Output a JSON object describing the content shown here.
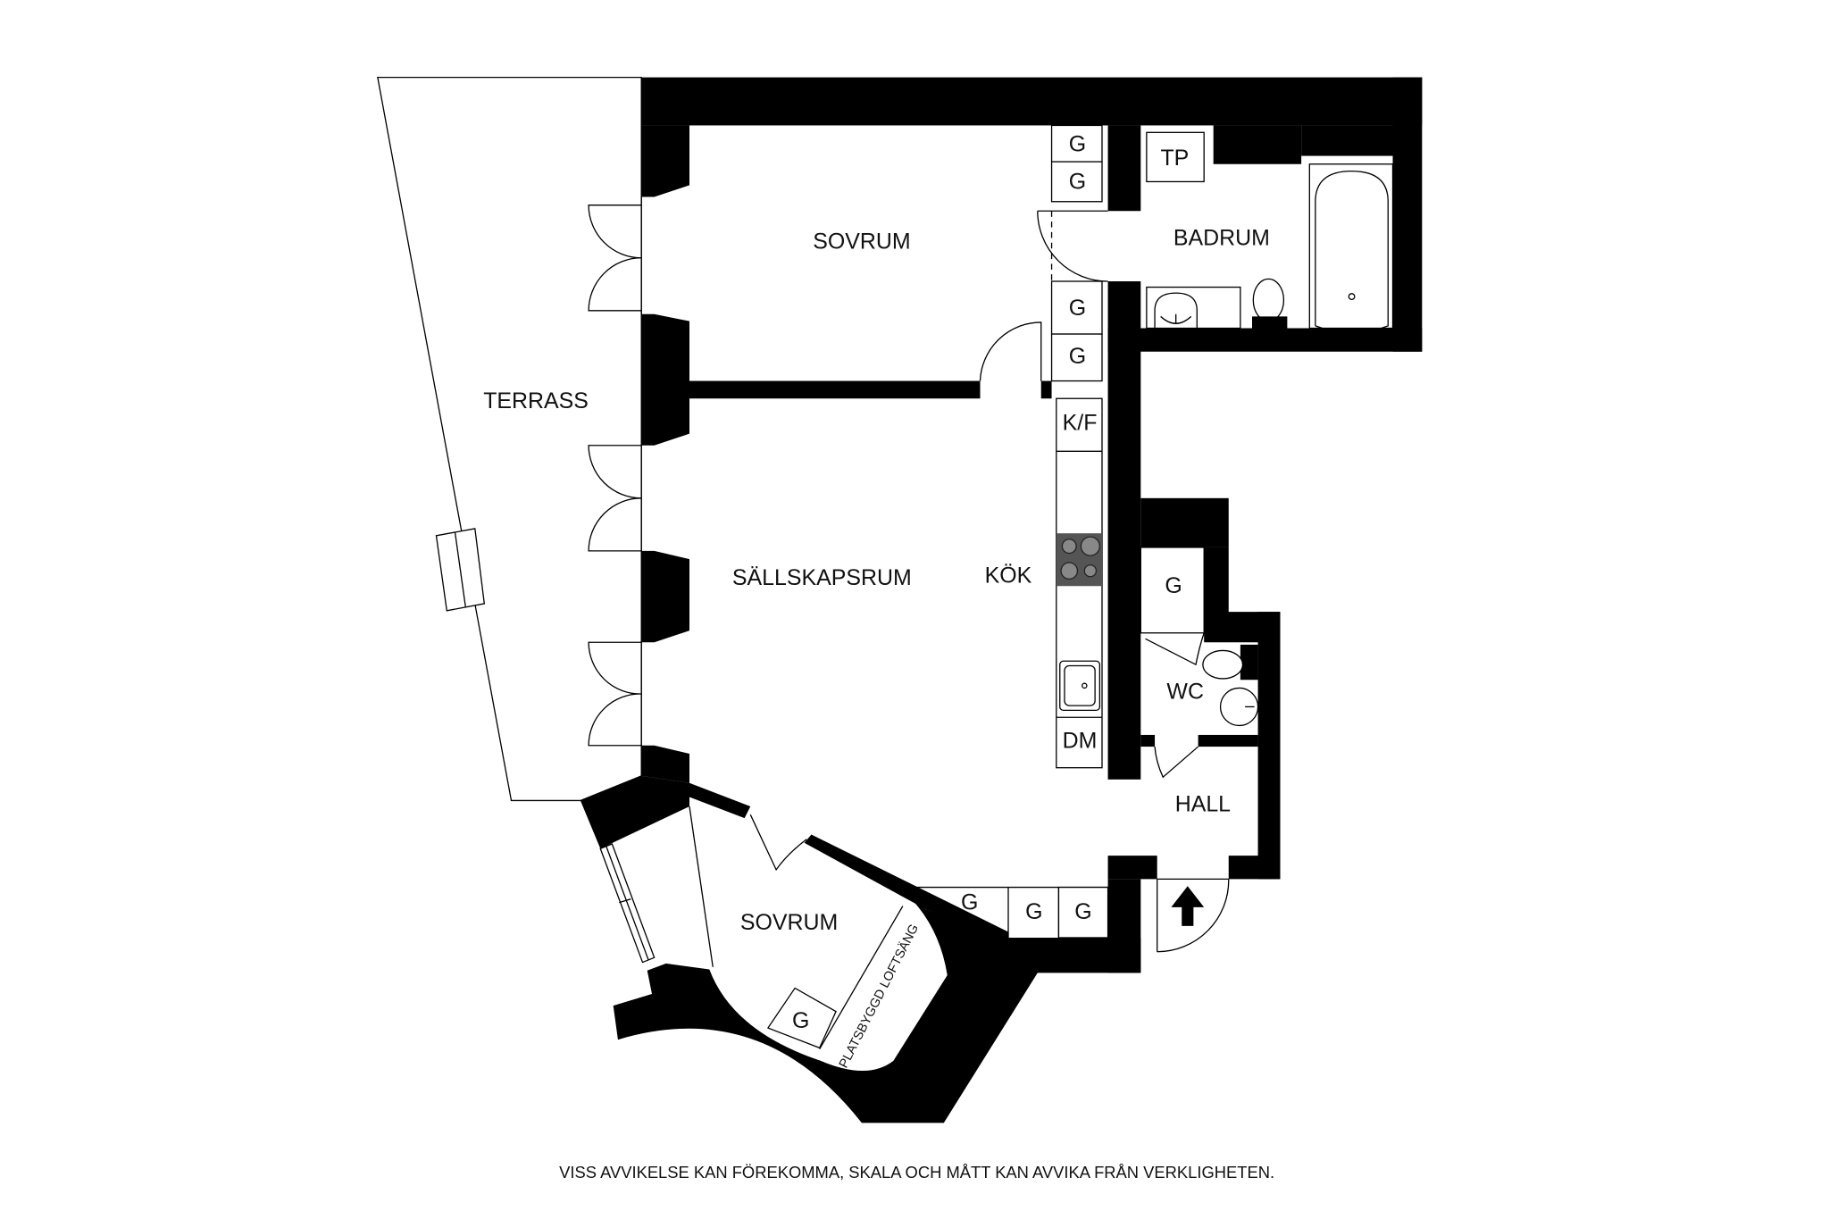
{
  "plan": {
    "rooms": {
      "terrace": "TERRASS",
      "bedroom_top": "SOVRUM",
      "bathroom": "BADRUM",
      "living_room": "SÄLLSKAPSRUM",
      "kitchen": "KÖK",
      "wc": "WC",
      "hall": "HALL",
      "bedroom_bottom": "SOVRUM"
    },
    "fixtures": {
      "tp": "TP",
      "fridge_freezer": "K/F",
      "dishwasher": "DM",
      "loft_bed": "PLATSBYGGD LOFTSÄNG",
      "closet": "G"
    },
    "closets": [
      "G",
      "G",
      "G",
      "G",
      "G",
      "G",
      "G",
      "G",
      "G"
    ],
    "colors": {
      "wall": "#000000",
      "stove": "#555555",
      "background": "#ffffff"
    }
  },
  "footer": {
    "disclaimer": "VISS AVVIKELSE KAN FÖREKOMMA, SKALA OCH MÅTT KAN AVVIKA FRÅN VERKLIGHETEN."
  }
}
